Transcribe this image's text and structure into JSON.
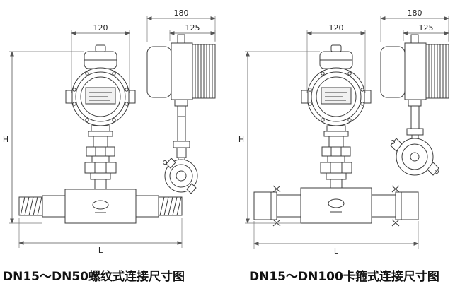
{
  "left_drawing": {
    "caption": "DN15～DN50螺纹式连接尺寸图",
    "dimensions": {
      "head_width": "120",
      "housing_width": "180",
      "housing_depth": "125",
      "height": "H",
      "length": "L"
    }
  },
  "right_drawing": {
    "caption": "DN15～DN100卡箍式连接尺寸图",
    "dimensions": {
      "head_width": "120",
      "housing_width": "180",
      "housing_depth": "125",
      "height": "H",
      "length": "L"
    }
  },
  "colors": {
    "line": "#3c3c3c",
    "dim": "#555555",
    "text": "#111111",
    "background": "#ffffff"
  }
}
